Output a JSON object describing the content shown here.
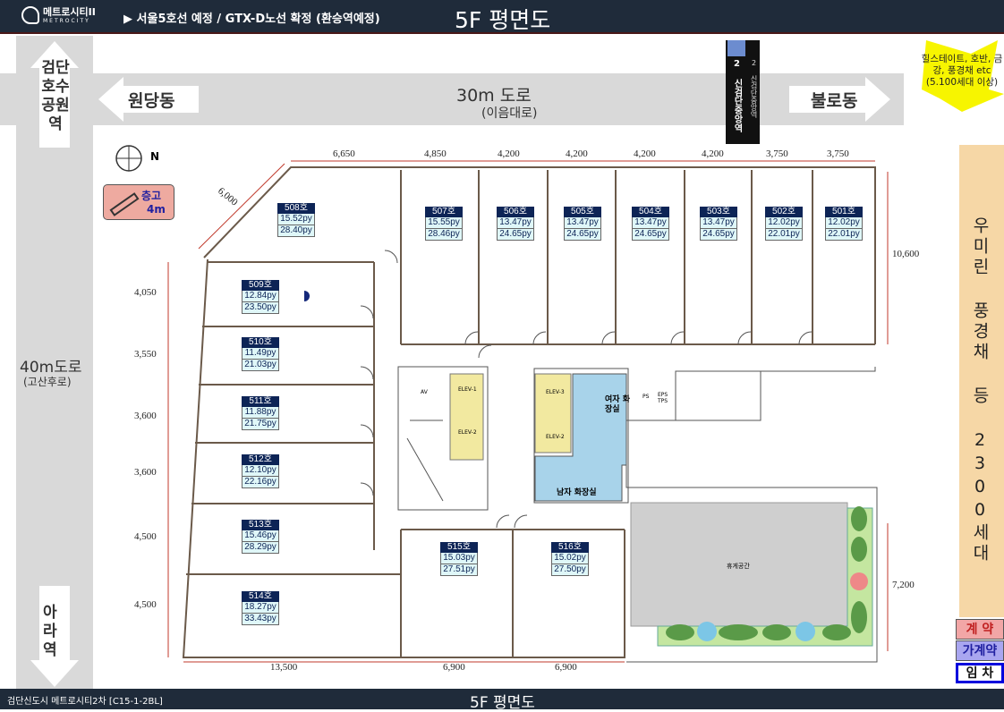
{
  "header": {
    "logo_text": "메트로시티II",
    "logo_sub": "METROCITY",
    "headline": "▶ 서울5호선 예정 / GTX-D노선 확정 (환승역예정)",
    "title": "5F 평면도"
  },
  "footer": {
    "project": "검단신도시 메트로시티2차 [C15-1-2BL]",
    "title": "5F 평면도"
  },
  "roads": {
    "top_road": "30m 도로",
    "top_road_sub": "(이음대로)",
    "left_road": "40m도로",
    "left_road_sub": "(고산후로)",
    "west": "원당동",
    "east": "불로동",
    "north_station": "검단호수공원역",
    "south_station": "아라역",
    "station_sign_1": "2 신검단중앙역",
    "station_sign_2": "2 신검단중앙역",
    "callout": "힐스테이트, 호반, 금강, 풍경채 etc (5.100세대 이상)",
    "right_banner": "우미린 풍경채 등 2300세대"
  },
  "compass": {
    "label": "N"
  },
  "floor_height": {
    "label": "층고",
    "value": "4m"
  },
  "rooms": [
    {
      "no": "508호",
      "a1": "15.52py",
      "a2": "28.40py"
    },
    {
      "no": "507호",
      "a1": "15.55py",
      "a2": "28.46py"
    },
    {
      "no": "506호",
      "a1": "13.47py",
      "a2": "24.65py"
    },
    {
      "no": "505호",
      "a1": "13.47py",
      "a2": "24.65py"
    },
    {
      "no": "504호",
      "a1": "13.47py",
      "a2": "24.65py"
    },
    {
      "no": "503호",
      "a1": "13.47py",
      "a2": "24.65py"
    },
    {
      "no": "502호",
      "a1": "12.02py",
      "a2": "22.01py"
    },
    {
      "no": "501호",
      "a1": "12.02py",
      "a2": "22.01py"
    },
    {
      "no": "509호",
      "a1": "12.84py",
      "a2": "23.50py"
    },
    {
      "no": "510호",
      "a1": "11.49py",
      "a2": "21.03py"
    },
    {
      "no": "511호",
      "a1": "11.88py",
      "a2": "21.75py"
    },
    {
      "no": "512호",
      "a1": "12.10py",
      "a2": "22.16py"
    },
    {
      "no": "513호",
      "a1": "15.46py",
      "a2": "28.29py"
    },
    {
      "no": "514호",
      "a1": "18.27py",
      "a2": "33.43py"
    },
    {
      "no": "515호",
      "a1": "15.03py",
      "a2": "27.51py"
    },
    {
      "no": "516호",
      "a1": "15.02py",
      "a2": "27.50py"
    }
  ],
  "dims": {
    "top": [
      "6,650",
      "4,850",
      "4,200",
      "4,200",
      "4,200",
      "4,200",
      "3,750",
      "3,750"
    ],
    "left": [
      "4,050",
      "3,550",
      "3,600",
      "3,600",
      "4,500",
      "4,500"
    ],
    "bottom": [
      "13,500",
      "6,900",
      "6,900"
    ],
    "right": [
      "10,600",
      "7,200"
    ],
    "diag": "6,000"
  },
  "core": {
    "av": "AV",
    "elev1": "ELEV-1",
    "elev2": "ELEV-2",
    "elev3": "ELEV-3",
    "women": "여자 화장실",
    "men": "남자 화장실",
    "ps": "PS",
    "eps": "EPS TPS",
    "terrace": "휴게공간"
  },
  "legend": {
    "contract": "계 약",
    "provisional": "가계약",
    "lease": "임 차"
  },
  "colors": {
    "header": "#1f2b3a",
    "room_tag": "#0d2456",
    "contract": "#f2a6a6",
    "provisional": "#a9a6f0",
    "lease_border": "#0000dd",
    "banner": "#f6d7a6",
    "restroom": "#a8d3ea",
    "elevator": "#f2e9a0"
  }
}
